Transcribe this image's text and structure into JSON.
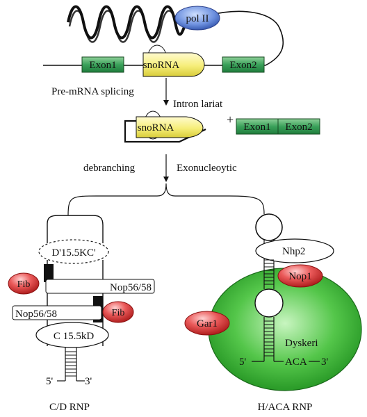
{
  "top": {
    "pol_ii": "pol II",
    "exon1": "Exon1",
    "snorna": "snoRNA",
    "exon2": "Exon2"
  },
  "step1": {
    "splicing": "Pre-mRNA splicing",
    "lariat": "Intron lariat"
  },
  "step2": {
    "snorna": "snoRNA",
    "plus": "+",
    "exon1": "Exon1",
    "exon2": "Exon2"
  },
  "step3": {
    "debranching": "debranching",
    "exonucleolytic": "Exonucleoytic"
  },
  "cd_rnp": {
    "box_label": "D'15.5KC'",
    "fib_top": "Fib",
    "nop_top": "Nop56/58",
    "nop_bottom": "Nop56/58",
    "fib_bottom": "Fib",
    "protein_15_5k": "C  15.5kD",
    "five_prime": "5'",
    "three_prime": "3'",
    "caption": "C/D RNP"
  },
  "haca_rnp": {
    "nhp2": "Nhp2",
    "nop1": "Nop1",
    "gar1": "Gar1",
    "dyskerin": "Dyskeri",
    "five_prime": "5'",
    "aca": "ACA",
    "three_prime": "3'",
    "caption": "H/ACA RNP"
  },
  "colors": {
    "exon_fill": "#3aa15a",
    "snorna_fill": "#f6f08a",
    "pol_fill": "#5b7fd6",
    "protein_red": "#d43a3a",
    "dyskerin_green": "#3fb63f"
  }
}
